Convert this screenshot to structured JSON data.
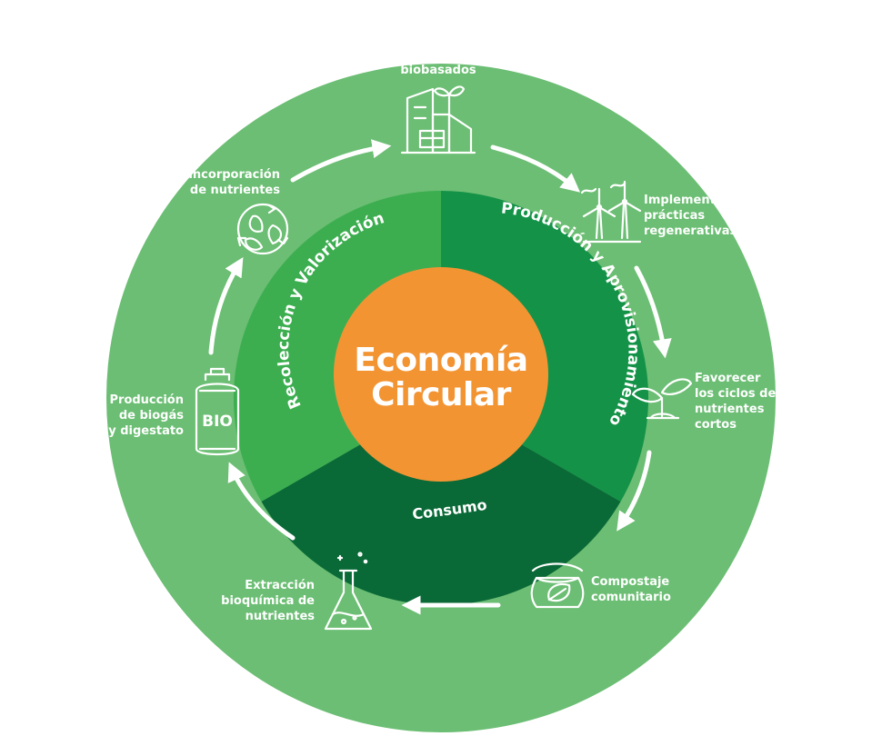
{
  "center": {
    "title": "Economía\nCircular"
  },
  "ring": {
    "left_segment": "Recolección y Valorización",
    "right_segment": "Producción y Aprovisionamiento",
    "bottom_segment": "Consumo"
  },
  "steps": {
    "materiales": "Uso de materiales\nbiobasados",
    "regenerativas": "Implementar\nprácticas\nregenerativas",
    "ciclos": "Favorecer\nlos ciclos de\nnutrientes\ncortos",
    "compostaje": "Compostaje\ncomunitario",
    "extraccion": "Extracción\nbioquímica de\nnutrientes",
    "biogas": "Producción\nde biogás\ny digestato",
    "reincorporacion": "Reincorporación\nde nutrientes"
  },
  "icons": {
    "materiales": "factory-sprout-icon",
    "regenerativas": "wind-turbines-icon",
    "ciclos": "seedling-icon",
    "compostaje": "compost-bag-icon",
    "extraccion": "flask-icon",
    "biogas": "gas-cylinder-icon",
    "bio_text": "BIO",
    "reincorporacion": "recycle-leaves-icon"
  },
  "colors": {
    "outer_circle": "#6bbe73",
    "left_segment": "#3cae50",
    "right_segment": "#149348",
    "bottom_segment": "#0a6a37",
    "center": "#f39433"
  }
}
